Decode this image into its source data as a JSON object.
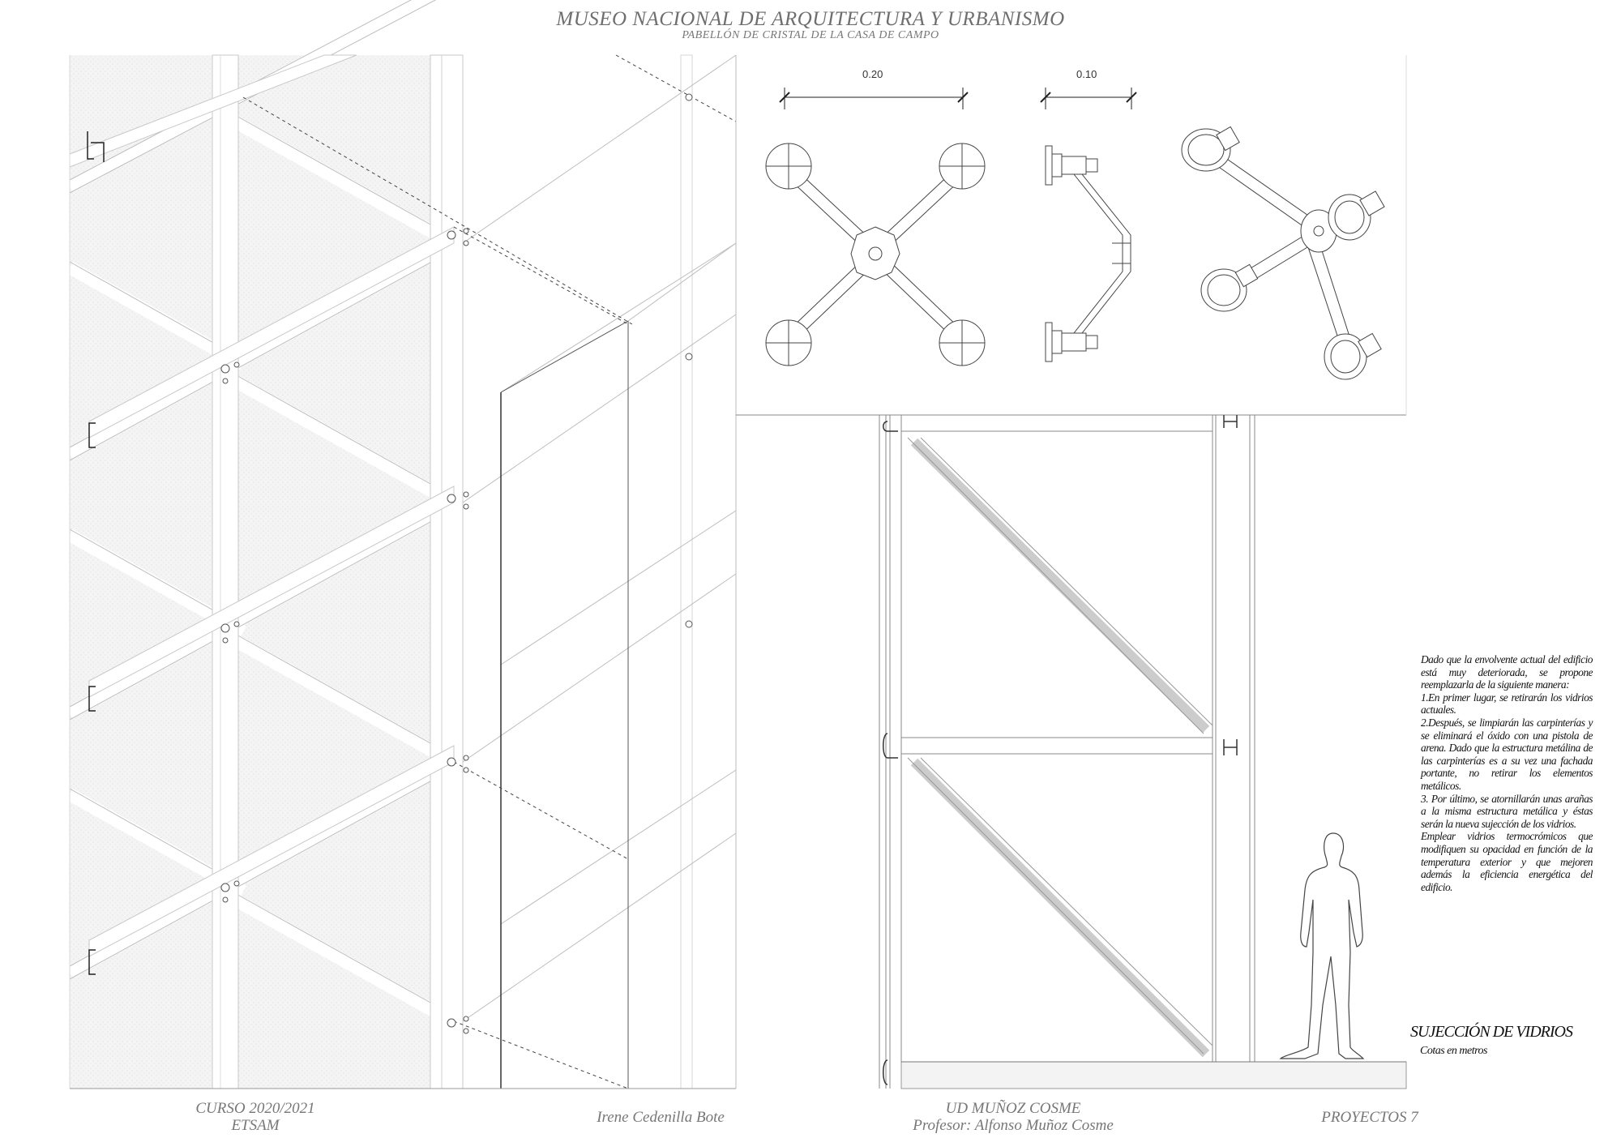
{
  "header": {
    "title": "MUSEO NACIONAL DE ARQUITECTURA Y URBANISMO",
    "subtitle": "PABELLÓN DE CRISTAL DE LA CASA DE CAMPO"
  },
  "detail": {
    "dim_front": "0.20",
    "dim_side": "0.10"
  },
  "description": {
    "paragraphs": [
      "Dado que la envolvente actual del edificio está muy deteriorada, se propone reemplazarla de la siguiente manera:",
      "1.En primer lugar, se retirarán los vidrios actuales.",
      "2.Después, se limpiarán las carpinterías y se eliminará el óxido con una pistola de arena. Dado que la estructura metálina de las carpinterías es a su vez una fachada portante, no retirar los elementos metálicos.",
      "3. Por último, se atornillarán unas arañas a la misma estructura metálica y éstas serán la nueva sujección de los vidrios.",
      "Emplear vidrios termocrómicos que modifiquen su opacidad en función de la temperatura exterior y que mejoren además la eficiencia energética del edificio."
    ]
  },
  "section": {
    "title": "SUJECCIÓN DE VIDRIOS",
    "subtitle": "Cotas en metros"
  },
  "footer": {
    "course": "CURSO 2020/2021",
    "school": "ETSAM",
    "author": "Irene Cedenilla Bote",
    "unit": "UD MUÑOZ COSME",
    "professor": "Profesor: Alfonso Muñoz Cosme",
    "subject": "PROYECTOS 7"
  }
}
